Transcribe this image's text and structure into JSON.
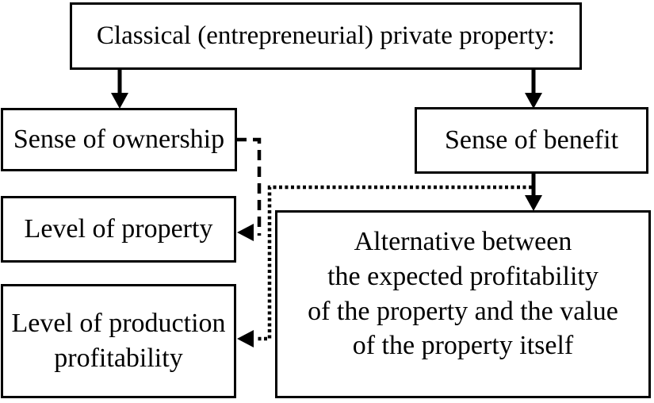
{
  "diagram": {
    "background_color": "#ffffff",
    "line_color": "#000000",
    "text_color": "#000000",
    "root_box": {
      "label": "Classical (entrepreneurial) private property:"
    },
    "boxes": {
      "sense_of_ownership": {
        "label": "Sense of ownership"
      },
      "sense_of_benefit": {
        "label": "Sense of benefit"
      },
      "level_of_property": {
        "label": "Level of property"
      },
      "level_of_production_profitability": {
        "lines": [
          "Level of production",
          "profitability"
        ]
      },
      "alternative": {
        "lines": [
          "Alternative between",
          "the expected profitability",
          "of the property and the value",
          "of the property itself"
        ]
      }
    },
    "connectors": [
      {
        "style": "solid",
        "from": "root_box",
        "to": "sense_of_ownership"
      },
      {
        "style": "solid",
        "from": "root_box",
        "to": "sense_of_benefit"
      },
      {
        "style": "solid",
        "from": "sense_of_benefit",
        "to": "alternative"
      },
      {
        "style": "dashed",
        "from": "sense_of_ownership",
        "to": "level_of_property"
      },
      {
        "style": "dotted",
        "from": "sense_of_benefit",
        "to": "level_of_production_profitability"
      }
    ]
  }
}
